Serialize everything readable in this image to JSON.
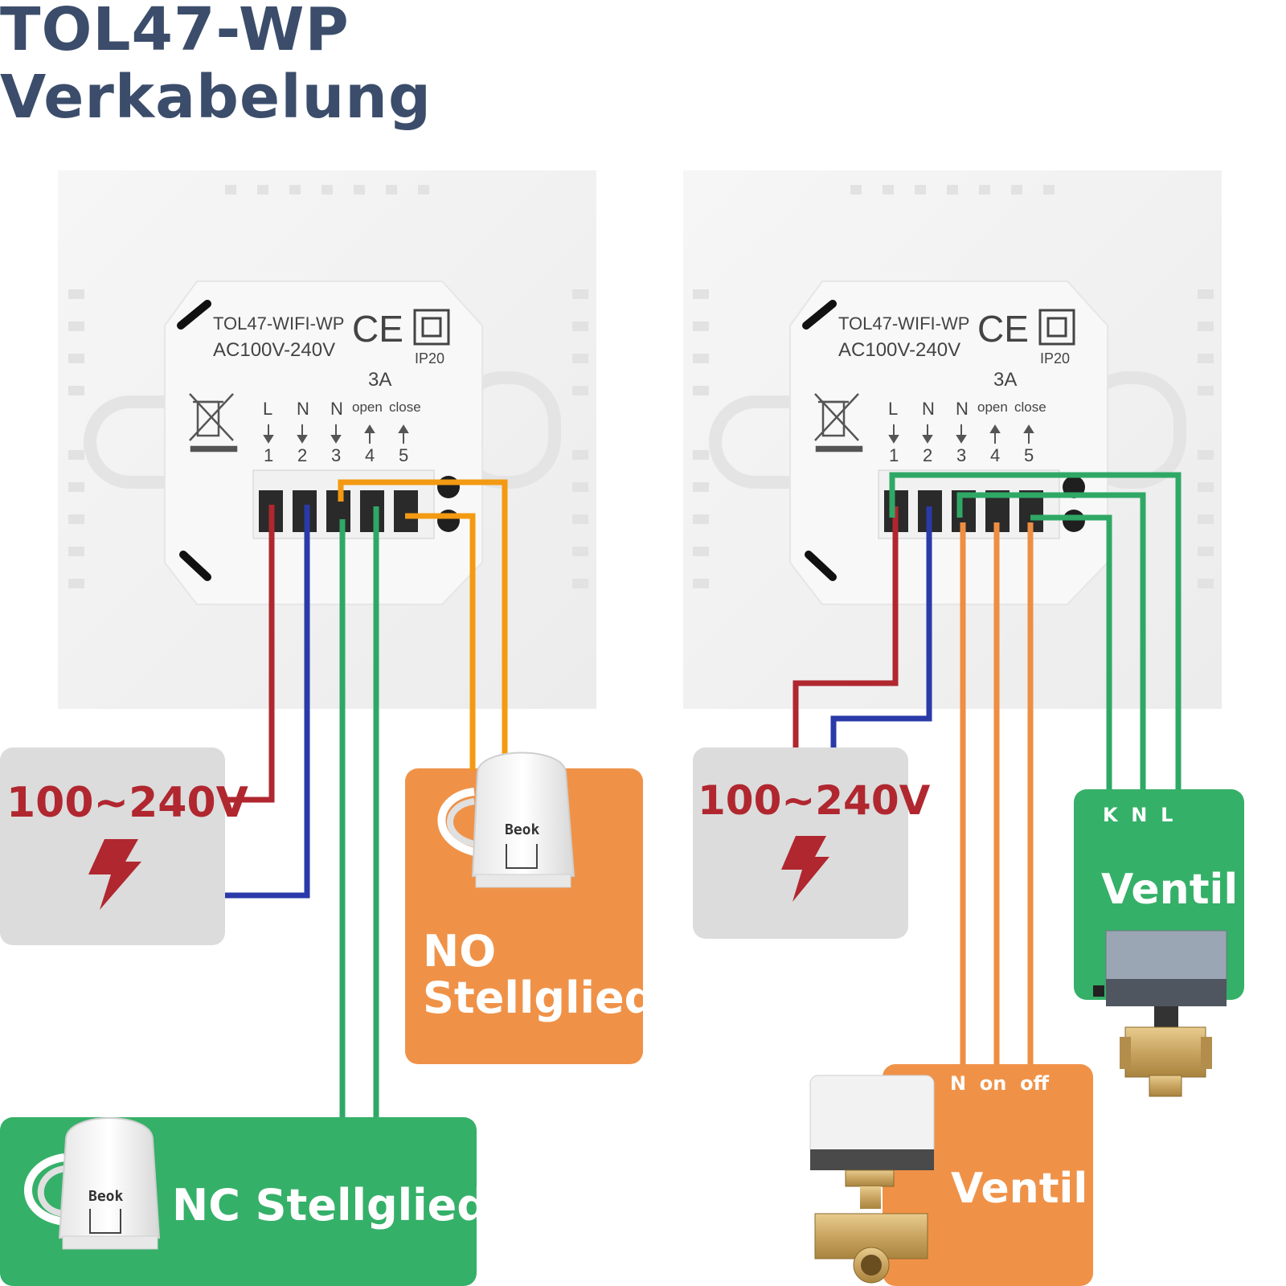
{
  "title": {
    "line1": "TOL47-WP",
    "line2": "Verkabelung"
  },
  "thermostat": {
    "model": "TOL47-WIFI-WP",
    "voltage": "AC100V-240V",
    "current": "3A",
    "ip_rating": "IP20",
    "ce_mark": "CE",
    "terminal_letters": [
      "L",
      "N",
      "N"
    ],
    "open_label": "open",
    "close_label": "close",
    "terminal_numbers": [
      "1",
      "2",
      "3",
      "4",
      "5"
    ]
  },
  "left_diagram": {
    "power_label": "100~240V",
    "no_actuator": {
      "line1": "NO",
      "line2": "Stellglied",
      "brand": "Beok"
    },
    "nc_actuator": {
      "label": "NC Stellglied",
      "brand": "Beok"
    }
  },
  "right_diagram": {
    "power_label": "100~240V",
    "valve_3wire_top": {
      "terminals": "K  N  L",
      "label": "Ventil"
    },
    "valve_3wire_bottom": {
      "terminals": "N  on  off",
      "label": "Ventil"
    }
  },
  "colors": {
    "title": "#3b4d6b",
    "wire_red": "#b0272f",
    "wire_blue": "#2a3aa8",
    "wire_green": "#2fa866",
    "wire_orange_left": "#f39a12",
    "wire_orange_right": "#ee8e42",
    "box_grey": "#dcdcdc",
    "box_orange": "#ef9248",
    "box_green": "#35b068",
    "power_text": "#b0272f"
  },
  "icons": [
    "lightning-icon",
    "weee-bin-icon",
    "double-insulation-icon",
    "actuator-icon",
    "valve-icon"
  ]
}
